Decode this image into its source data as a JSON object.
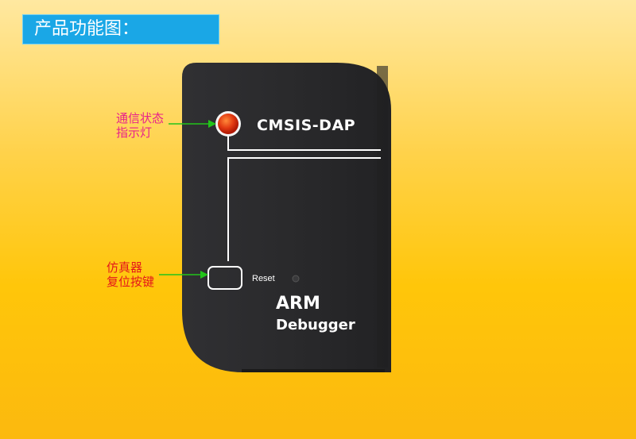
{
  "title": "产品功能图：",
  "device": {
    "model_label": "CMSIS-DAP",
    "reset_label": "Reset",
    "brand_line1": "ARM",
    "brand_line2": "Debugger"
  },
  "callouts": {
    "led": {
      "line1": "通信状态",
      "line2": "指示灯"
    },
    "reset": {
      "line1": "仿真器",
      "line2": "复位按键"
    }
  },
  "colors": {
    "banner": "#1aa7e6",
    "device_body": "#2b2b2d",
    "led": "#e23a12",
    "arrow": "#22c41a",
    "callout_led_text": "#e8218a",
    "callout_reset_text": "#e4181b"
  }
}
